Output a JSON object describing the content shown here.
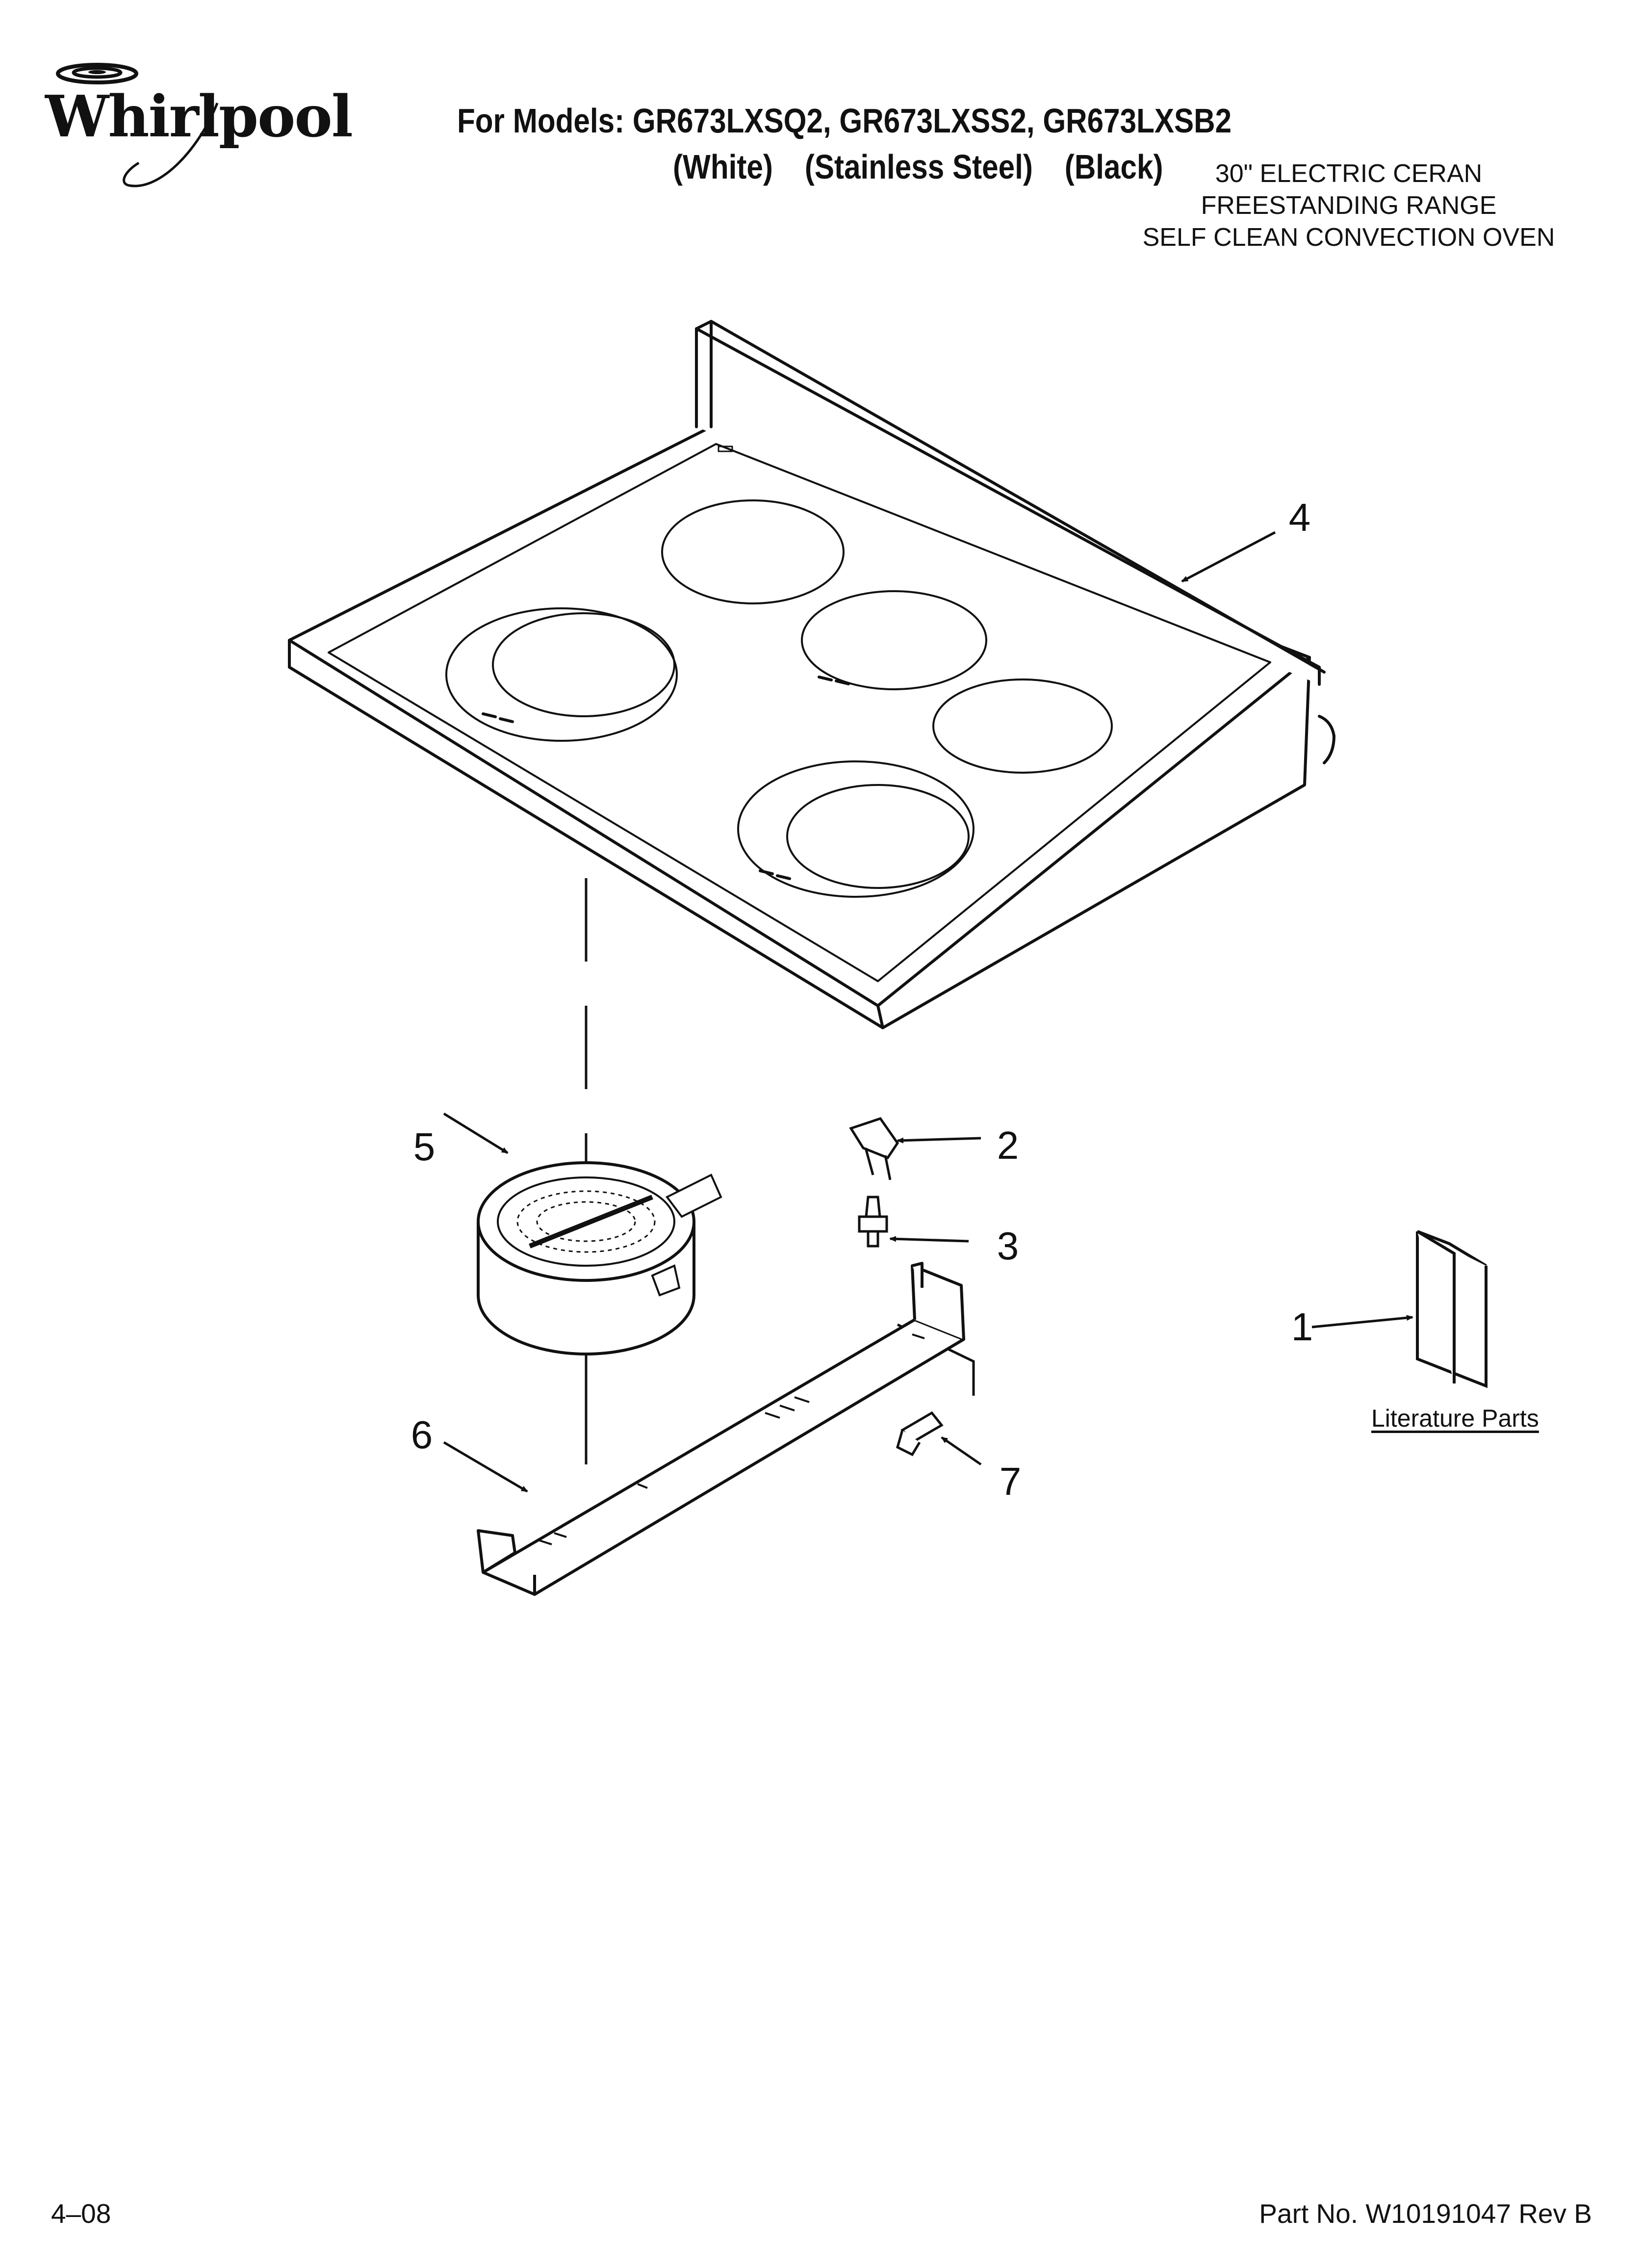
{
  "brand": {
    "name": "Whirlpool"
  },
  "header": {
    "models_line": "For Models: GR673LXSQ2, GR673LXSS2, GR673LXSB2",
    "variants": [
      "(White)",
      "(Stainless Steel)",
      "(Black)"
    ],
    "description_lines": [
      "30\" ELECTRIC CERAN",
      "FREESTANDING RANGE",
      "SELF CLEAN CONVECTION OVEN"
    ]
  },
  "callouts": {
    "item_1": "1",
    "item_2": "2",
    "item_3": "3",
    "item_4": "4",
    "item_5": "5",
    "item_6": "6",
    "item_7": "7"
  },
  "literature_label": "Literature Parts",
  "footer": {
    "date": "4–08",
    "part_no": "Part No. W10191047 Rev B"
  },
  "colors": {
    "line": "#111111",
    "background": "#ffffff"
  }
}
